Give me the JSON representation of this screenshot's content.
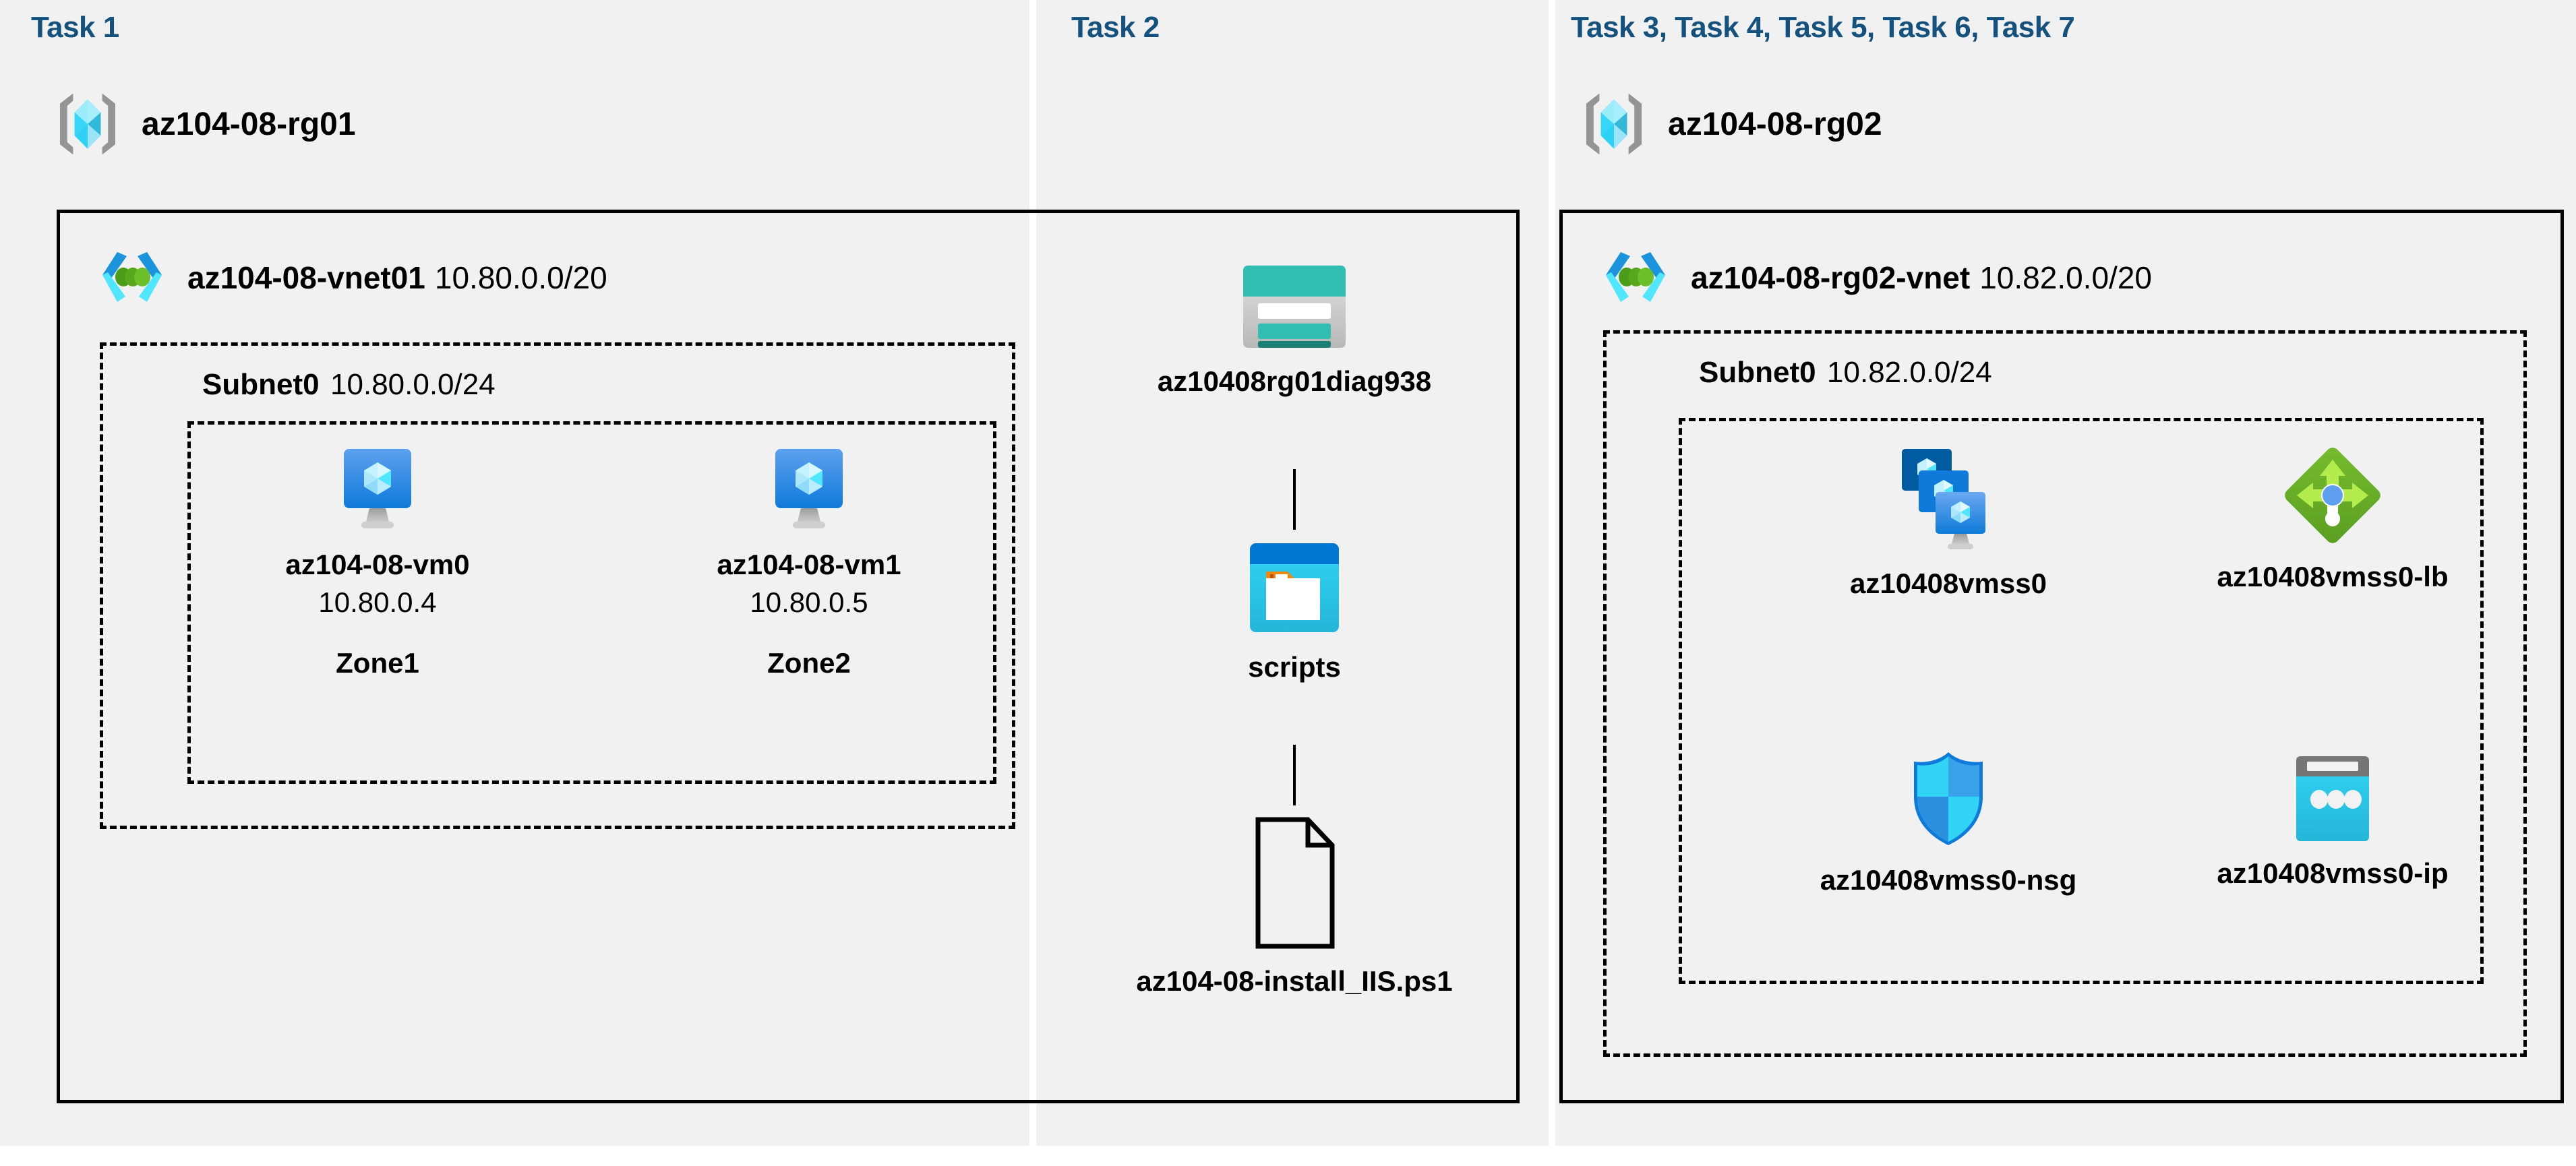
{
  "diagram": {
    "background": "#ffffff",
    "panel_color": "#f1f1f1",
    "accent_color": "#14517c",
    "border_color": "#000000"
  },
  "panels": [
    {
      "task_label": "Task 1",
      "resource_group": {
        "name": "az104-08-rg01",
        "icon": "resource-group-icon"
      }
    },
    {
      "task_label": "Task 2"
    },
    {
      "task_label": "Task 3, Task 4, Task 5, Task 6, Task 7",
      "resource_group": {
        "name": "az104-08-rg02",
        "icon": "resource-group-icon"
      }
    }
  ],
  "vnet_left": {
    "icon": "virtual-network-icon",
    "name": "az104-08-vnet01",
    "cidr": "10.80.0.0/20",
    "subnet": {
      "name": "Subnet0",
      "cidr": "10.80.0.0/24",
      "nodes": [
        {
          "icon": "virtual-machine-icon",
          "label": "az104-08-vm0",
          "ip": "10.80.0.4",
          "zone": "Zone1"
        },
        {
          "icon": "virtual-machine-icon",
          "label": "az104-08-vm1",
          "ip": "10.80.0.5",
          "zone": "Zone2"
        }
      ]
    }
  },
  "vnet_right": {
    "icon": "virtual-network-icon",
    "name": "az104-08-rg02-vnet",
    "cidr": "10.82.0.0/20",
    "subnet": {
      "name": "Subnet0",
      "cidr": "10.82.0.0/24",
      "nodes": [
        {
          "icon": "vm-scale-set-icon",
          "label": "az10408vmss0"
        },
        {
          "icon": "load-balancer-icon",
          "label": "az10408vmss0-lb"
        },
        {
          "icon": "network-security-group-icon",
          "label": "az10408vmss0-nsg"
        },
        {
          "icon": "public-ip-address-icon",
          "label": "az10408vmss0-ip"
        }
      ]
    }
  },
  "storage_chain": [
    {
      "icon": "storage-account-icon",
      "label": "az10408rg01diag938"
    },
    {
      "icon": "blob-container-icon",
      "label": "scripts"
    },
    {
      "icon": "file-icon",
      "label": "az104-08-install_IIS.ps1"
    }
  ]
}
